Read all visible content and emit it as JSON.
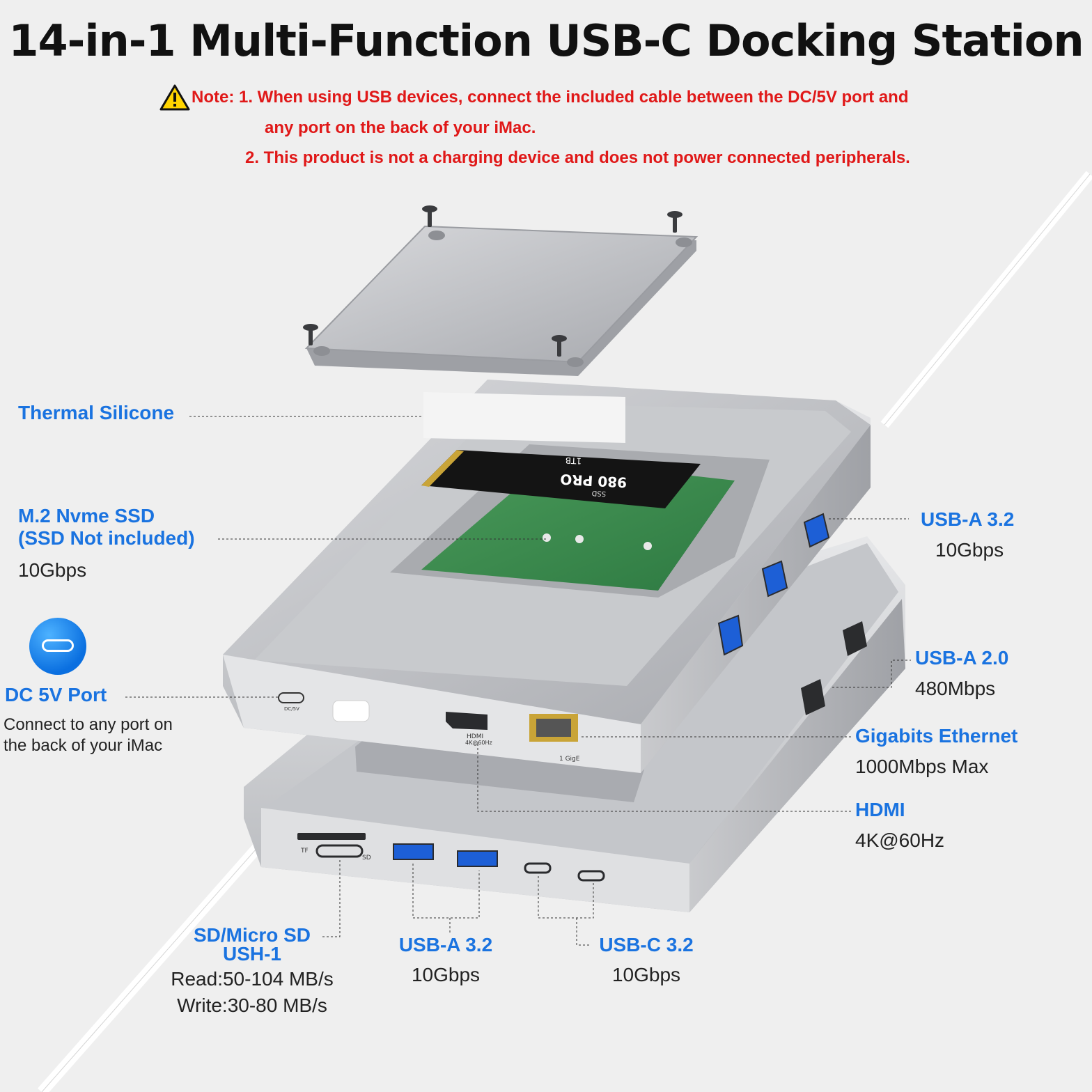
{
  "title": "14-in-1 Multi-Function USB-C Docking Station",
  "notes": {
    "line1": "Note: 1. When using USB devices, connect the included cable between the DC/5V port and",
    "line2": "any port on the back of your iMac.",
    "line3": "2. This product is not a charging device and does not power connected peripherals."
  },
  "callouts": {
    "thermal": {
      "label": "Thermal Silicone"
    },
    "ssd": {
      "label1": "M.2 Nvme SSD",
      "label2": "(SSD Not included)",
      "speed": "10Gbps"
    },
    "dc": {
      "label": "DC 5V Port",
      "desc1": "Connect to any port on",
      "desc2": "the back of your iMac"
    },
    "usba32_right": {
      "label": "USB-A 3.2",
      "speed": "10Gbps"
    },
    "usba20": {
      "label": "USB-A 2.0",
      "speed": "480Mbps"
    },
    "ethernet": {
      "label": "Gigabits Ethernet",
      "speed": "1000Mbps Max"
    },
    "hdmi": {
      "label": "HDMI",
      "speed": "4K@60Hz"
    },
    "sd": {
      "label1": "SD/Micro SD",
      "label2": "USH-1",
      "read": "Read:50-104 MB/s",
      "write": "Write:30-80 MB/s"
    },
    "usba32_bottom": {
      "label": "USB-A 3.2",
      "speed": "10Gbps"
    },
    "usbc32": {
      "label": "USB-C 3.2",
      "speed": "10Gbps"
    }
  },
  "device_text": {
    "ssd_brand": "980 PRO",
    "ssd_capacity": "1TB",
    "ssd_type": "SSD",
    "port_hdmi": "HDMI",
    "port_hdmi_res": "4K@60Hz",
    "port_eth": "1 GigE",
    "port_dc": "DC/5V",
    "port_tf": "TF",
    "port_sd": "SD"
  },
  "colors": {
    "accent_blue": "#1a73e0",
    "warning_red": "#e01818"
  }
}
